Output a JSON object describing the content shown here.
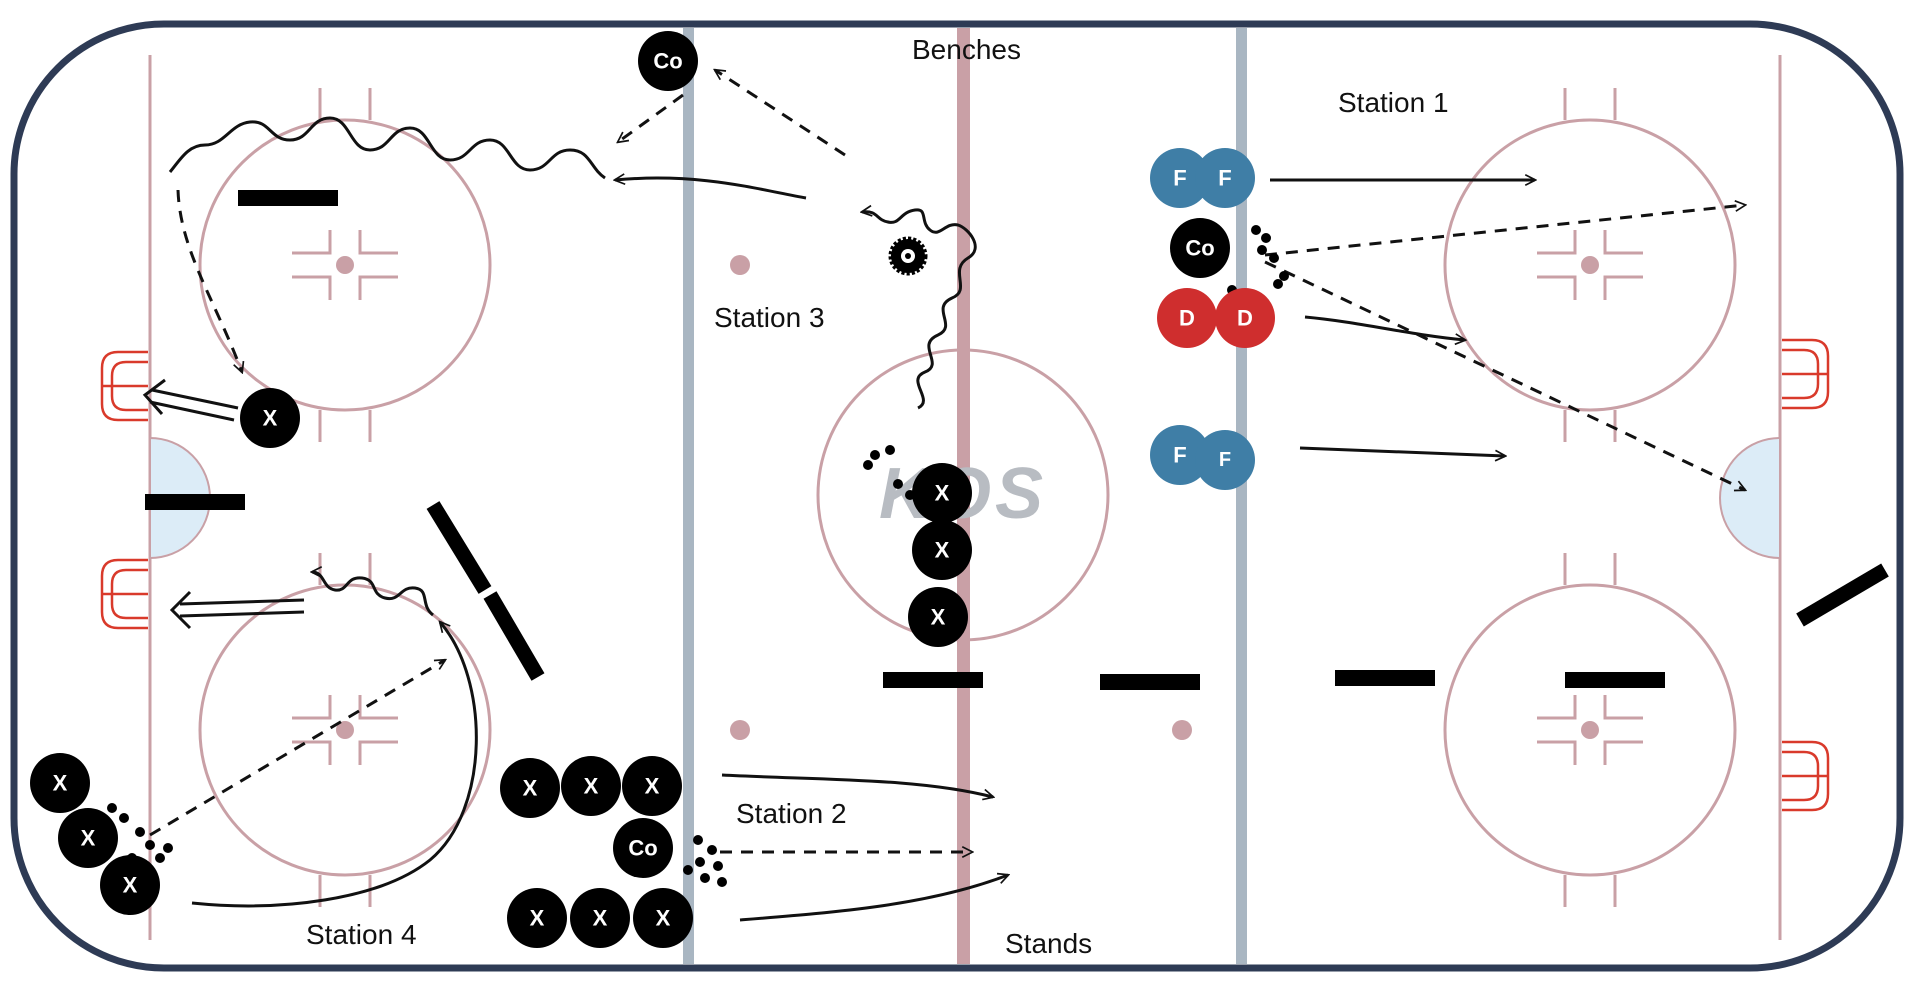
{
  "labels": {
    "benches": "Benches",
    "stands": "Stands",
    "station_1": "Station 1",
    "station_2": "Station 2",
    "station_3": "Station 3",
    "station_4": "Station 4"
  },
  "players": {
    "forward": "F",
    "defense": "D",
    "coach": "Co",
    "skater": "X"
  },
  "logo": {
    "text": "KOS"
  },
  "colors": {
    "boards": "#2e3b55",
    "rink_lines": "#c9a0a6",
    "blue_line": "#a9b6c2",
    "red_line": "#c9a0a6",
    "crease": "#dcecf7",
    "net": "#d93a2b",
    "forward": "#3f7ea6",
    "defense": "#cf2e2e",
    "coach": "#000000",
    "skater": "#000000"
  }
}
